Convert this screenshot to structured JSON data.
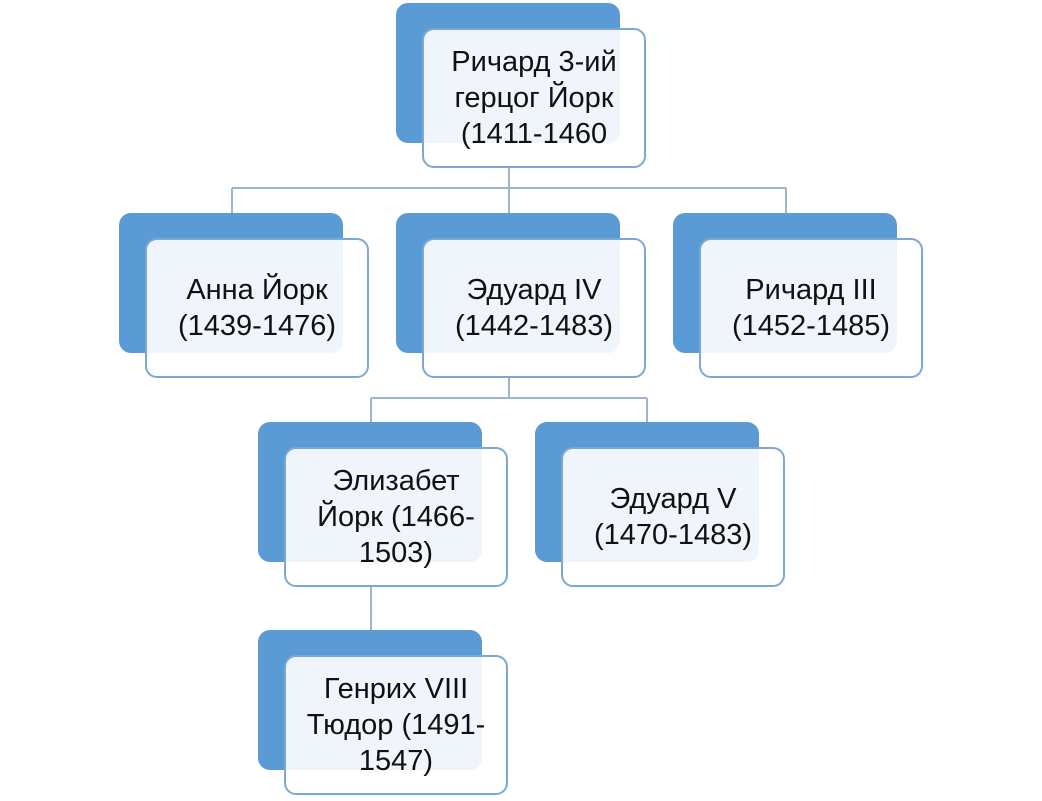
{
  "diagram": {
    "type": "family-tree",
    "colors": {
      "back_card": "#5b9bd5",
      "front_border": "#7ea8d4",
      "connector": "#9fb4cc",
      "text": "#111111"
    },
    "nodes": {
      "root": {
        "label": "Ричард 3-ий\nгерцог Йорк\n(1411-1460"
      },
      "anna": {
        "label": "Анна Йорк\n(1439-1476)"
      },
      "edward4": {
        "label": "Эдуард IV\n(1442-1483)"
      },
      "richard3": {
        "label": "Ричард III\n(1452-1485)"
      },
      "elizabeth": {
        "label": "Элизабет\nЙорк (1466-\n1503)"
      },
      "edward5": {
        "label": "Эдуард V\n(1470-1483)"
      },
      "henry8": {
        "label": "Генрих VIII\nТюдор (1491-\n1547)"
      }
    }
  }
}
